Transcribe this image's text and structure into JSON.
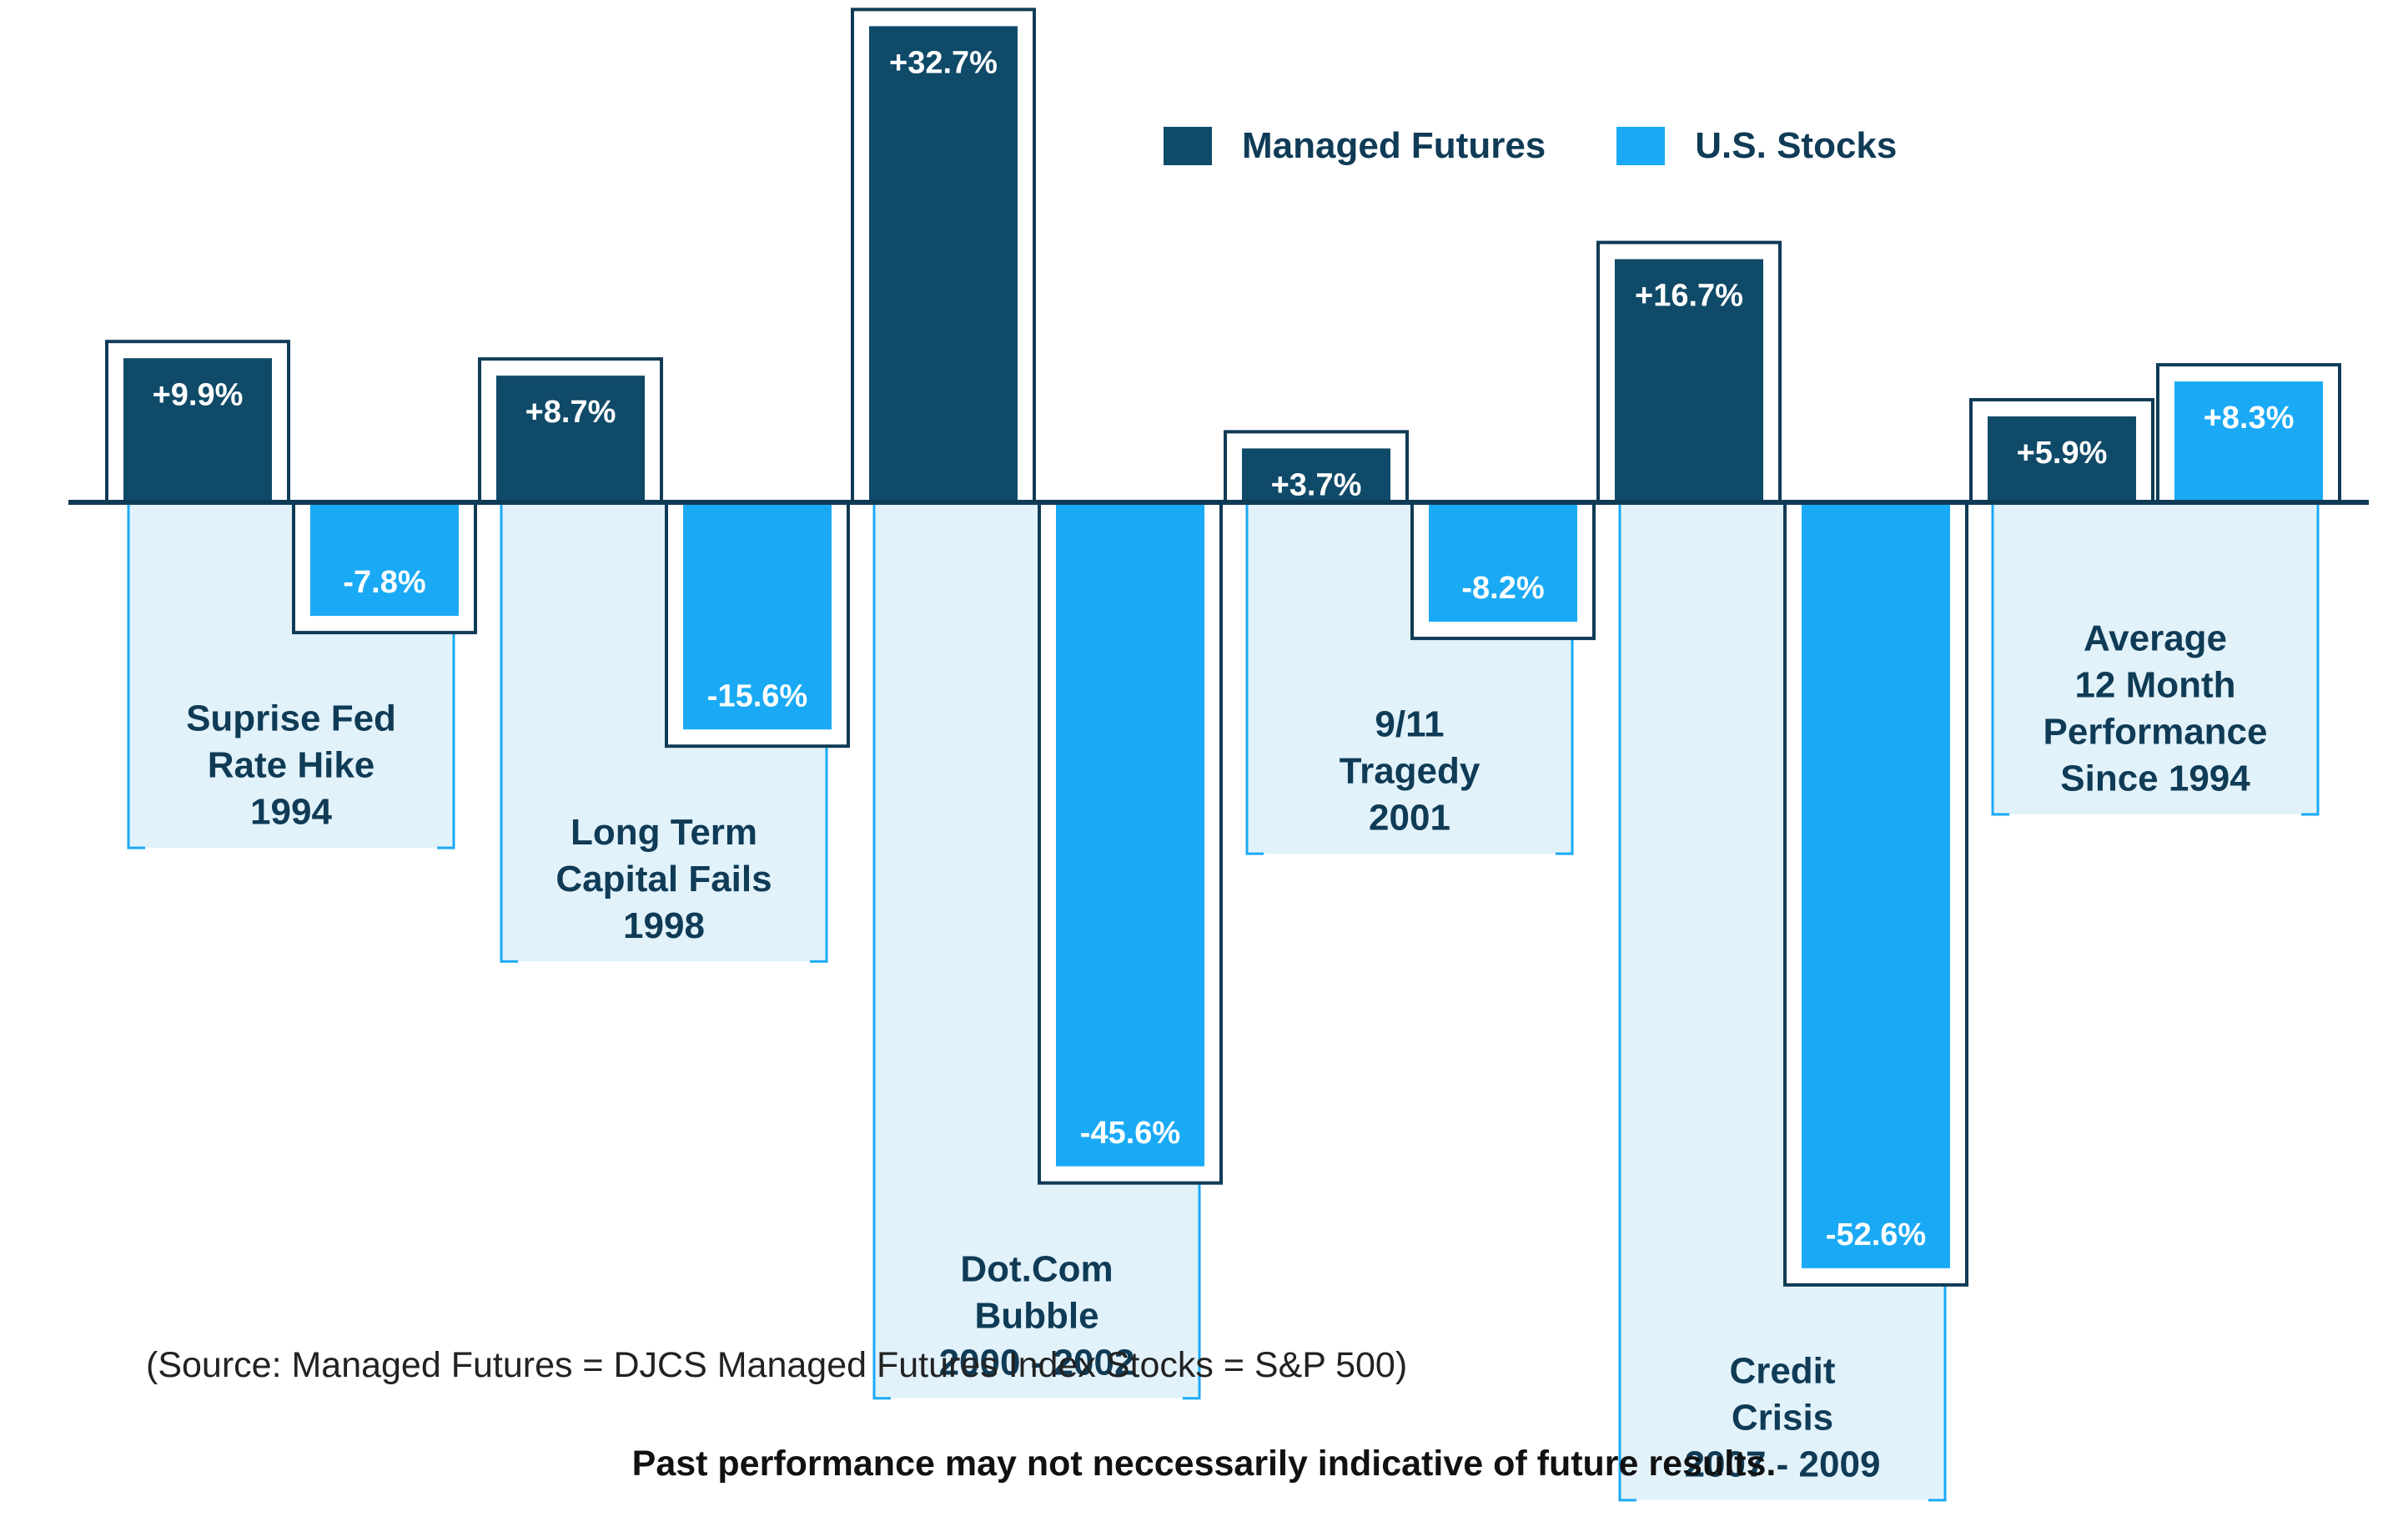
{
  "colors": {
    "managed_futures": "#0f4a68",
    "us_stocks": "#1aaaf5",
    "label_box_fill": "#e2f2fa",
    "label_box_border": "#1aaaf5",
    "label_text": "#0f3b56",
    "axis": "#0f3b56"
  },
  "legend": {
    "managed_futures": "Managed Futures",
    "us_stocks": "U.S. Stocks"
  },
  "source_note": "(Source: Managed Futures = DJCS Managed Futures Index  Stocks = S&P 500)",
  "disclaimer": "Past performance may not neccessarily indicative of future results.",
  "chart_data": {
    "type": "bar",
    "categories": [
      [
        "Suprise Fed",
        "Rate Hike",
        "1994"
      ],
      [
        "Long Term",
        "Capital Fails",
        "1998"
      ],
      [
        "Dot.Com",
        "Bubble",
        "2000 - 2002"
      ],
      [
        "9/11",
        "Tragedy",
        "2001"
      ],
      [
        "Credit",
        "Crisis",
        "2007 - 2009"
      ],
      [
        "Average",
        "12 Month",
        "Performance",
        "Since 1994"
      ]
    ],
    "series": [
      {
        "name": "Managed Futures",
        "values": [
          9.9,
          8.7,
          32.7,
          3.7,
          16.7,
          5.9
        ],
        "labels": [
          "+9.9%",
          "+8.7%",
          "+32.7%",
          "+3.7%",
          "+16.7%",
          "+5.9%"
        ]
      },
      {
        "name": "U.S. Stocks",
        "values": [
          -7.8,
          -15.6,
          -45.6,
          -8.2,
          -52.6,
          8.3
        ],
        "labels": [
          "-7.8%",
          "-15.6%",
          "-45.6%",
          "-8.2%",
          "-52.6%",
          "+8.3%"
        ]
      }
    ],
    "ylim": [
      -55,
      35
    ],
    "grid": false,
    "legend_position": "top-right",
    "xlabel": "",
    "ylabel": ""
  }
}
